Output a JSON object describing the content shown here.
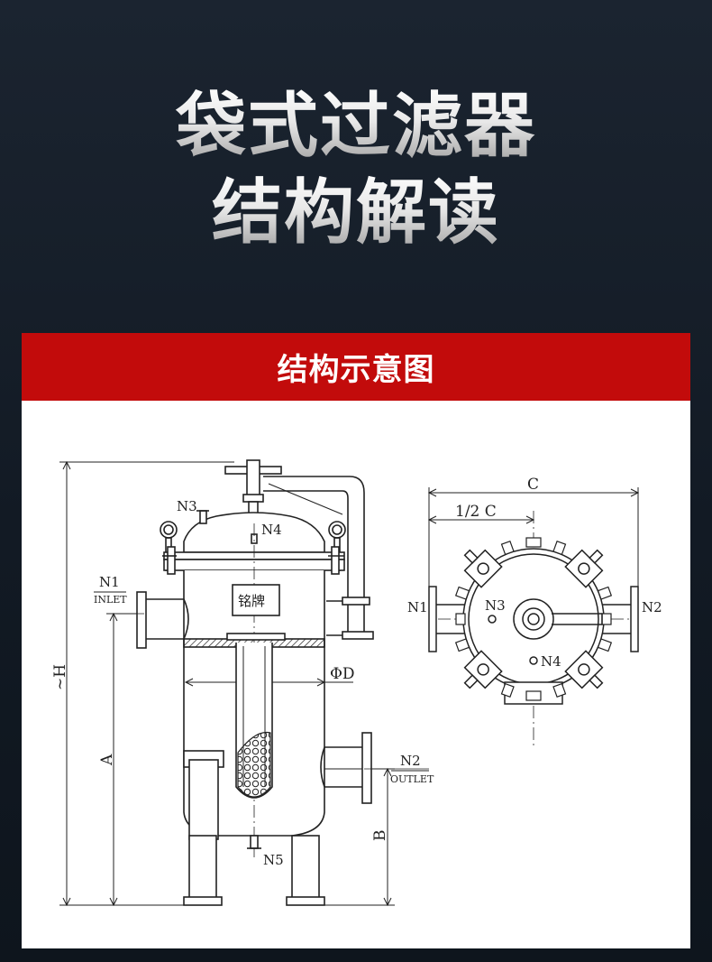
{
  "hero": {
    "line1": "袋式过滤器",
    "line2": "结构解读"
  },
  "section": {
    "title": "结构示意图"
  },
  "diagram": {
    "side_view": {
      "nameplate": "铭牌",
      "n1": "N1",
      "inlet": "INLET",
      "n2": "N2",
      "outlet": "OUTLET",
      "n3": "N3",
      "n4": "N4",
      "n5": "N5",
      "dim_h": "~H",
      "dim_a": "A",
      "dim_b": "B",
      "dim_d": "ΦD"
    },
    "top_view": {
      "dim_c": "C",
      "dim_half_c": "1/2 C",
      "n1": "N1",
      "n2": "N2",
      "n3": "N3",
      "n4": "N4"
    }
  },
  "colors": {
    "header_red": "#c20b0b",
    "background": "#151d27",
    "line": "#222222"
  }
}
